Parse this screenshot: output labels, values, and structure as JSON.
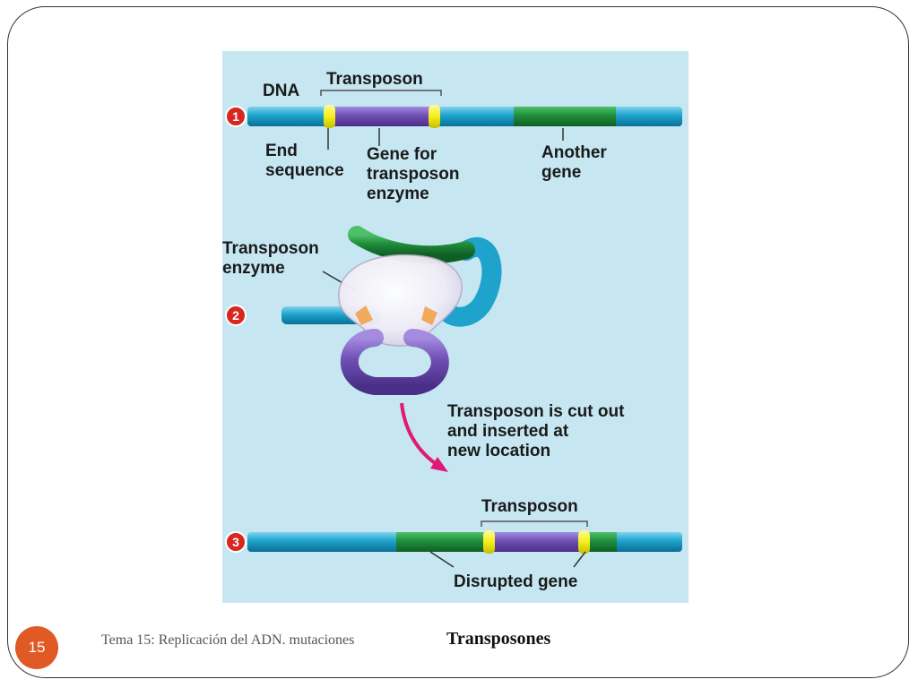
{
  "diagram": {
    "step_numbers": [
      "1",
      "2",
      "3"
    ],
    "labels": {
      "dna": "DNA",
      "transposon_top": "Transposon",
      "end_sequence": [
        "End",
        "sequence"
      ],
      "gene_for_transposon_enzyme": [
        "Gene for",
        "transposon",
        "enzyme"
      ],
      "another_gene": [
        "Another",
        "gene"
      ],
      "transposon_enzyme": [
        "Transposon",
        "enzyme"
      ],
      "cut_and_inserted": [
        "Transposon is cut out",
        "and inserted at",
        "new location"
      ],
      "transposon_bottom": "Transposon",
      "disrupted_gene": "Disrupted gene"
    },
    "colors": {
      "background": "#c6e7f1",
      "dna_blue": "#1da3cc",
      "gene_green": "#1f8f3b",
      "transposon_purple": "#6f4fb3",
      "end_sequence_yellow": "#f5ee1a",
      "step_badge_red": "#d6281e",
      "arrow_magenta": "#e0187a"
    }
  },
  "footer": {
    "slide_number": "15",
    "course_text": "Tema 15: Replicación del ADN. mutaciones",
    "title": "Transposones"
  },
  "colors": {
    "slide_number_badge": "#e05a25"
  }
}
